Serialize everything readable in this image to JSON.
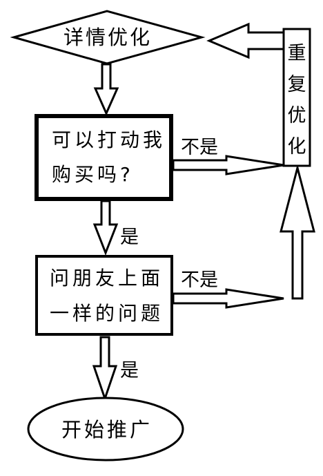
{
  "nodes": {
    "start_diamond": "详情优化",
    "question1_line1": "可以打动我",
    "question1_line2": "购买吗?",
    "question2_line1": "问朋友上面",
    "question2_line2": "一样的问题",
    "end_ellipse": "开始推广",
    "repeat_box": [
      "重",
      "复",
      "优",
      "化"
    ]
  },
  "edges": {
    "yes_label_1": "是",
    "yes_label_2": "是",
    "no_label_1": "不是",
    "no_label_2": "不是"
  }
}
